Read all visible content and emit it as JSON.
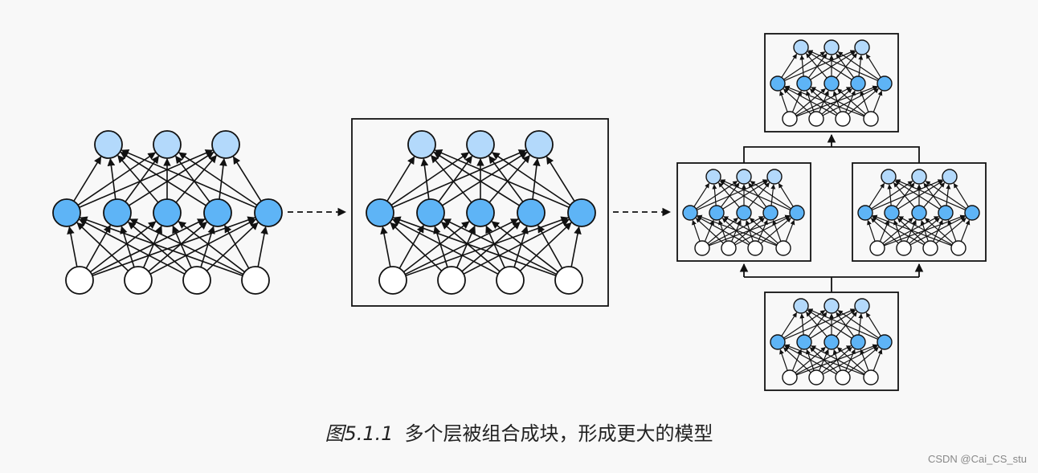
{
  "caption": {
    "label": "图5.1.1",
    "text": "多个层被组合成块，形成更大的模型"
  },
  "watermark": "CSDN @Cai_CS_stu",
  "colors": {
    "output_node": "#b3d9fb",
    "hidden_node": "#5eb4f6",
    "input_node": "#ffffff",
    "stroke": "#111111"
  },
  "network": {
    "layers": [
      {
        "role": "output",
        "count": 3
      },
      {
        "role": "hidden",
        "count": 5
      },
      {
        "role": "input",
        "count": 4
      }
    ]
  }
}
